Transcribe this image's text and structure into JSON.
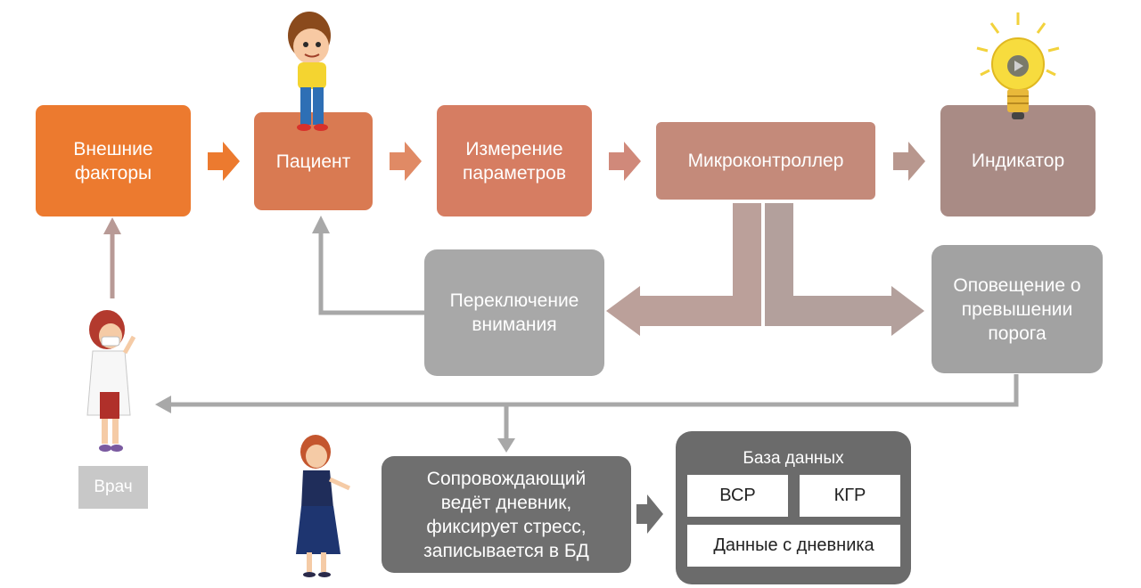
{
  "nodes": {
    "external": "Внешние\nфакторы",
    "patient": "Пациент",
    "measure": "Измерение\nпараметров",
    "mcu": "Микроконтроллер",
    "indicator": "Индикатор",
    "switch": "Переключение\nвнимания",
    "notify": "Оповещение о\nпревышении\nпорога",
    "escort": "Сопровождающий\nведёт дневник,\nфиксирует стресс,\nзаписывается в БД",
    "doctor": "Врач"
  },
  "database": {
    "title": "База данных",
    "cells": [
      "ВСР",
      "КГР",
      "Данные с дневника"
    ]
  },
  "colors": {
    "orange": "#ec7a2f",
    "arrow_gray": "#a8a8a8",
    "dark_gray": "#6f6f6f"
  },
  "icons": [
    "child-illustration",
    "doctor-illustration",
    "woman-illustration",
    "lightbulb-icon"
  ]
}
